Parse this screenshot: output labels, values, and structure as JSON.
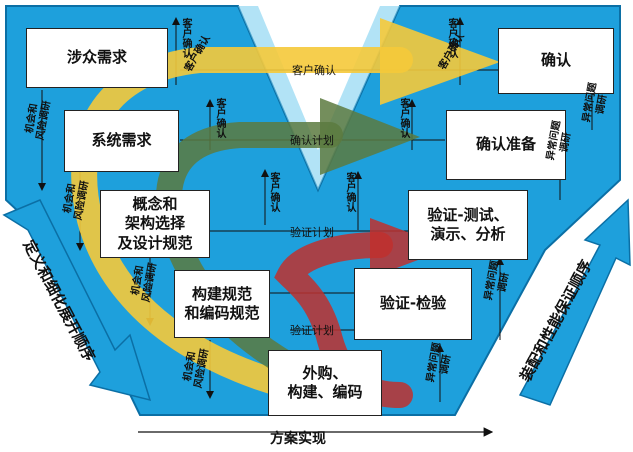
{
  "boxes": {
    "stakeholder_req": "涉众需求",
    "system_req": "系统需求",
    "concept_arch": "概念和\n架构选择\n及设计规范",
    "build_spec": "构建规范\n和编码规范",
    "purchase_build": "外购、\n构建、编码",
    "verify_inspect": "验证-检验",
    "verify_test": "验证-测试、\n演示、分析",
    "confirm_prep": "确认准备",
    "confirm": "确认"
  },
  "labels": {
    "customer_confirm_h": "客户确认",
    "confirm_plan": "确认计划",
    "verify_plan_1": "验证计划",
    "verify_plan_2": "验证计划",
    "customer_confirm_v": "客户确认",
    "customer_confirm_diag": "客户确认",
    "opportunity_risk": "机会和\n风险调研",
    "anomaly_research": "异常问题\n调研",
    "left_side": "定义和细化展开顺序",
    "right_side": "装配和性能保证顺序",
    "bottom": "方案实现"
  },
  "colors": {
    "background_blue": "#1ea0dc",
    "yellow_arrow": "#f5c93a",
    "green_arrow": "#5c7a3f",
    "red_arrow": "#c0302e"
  }
}
